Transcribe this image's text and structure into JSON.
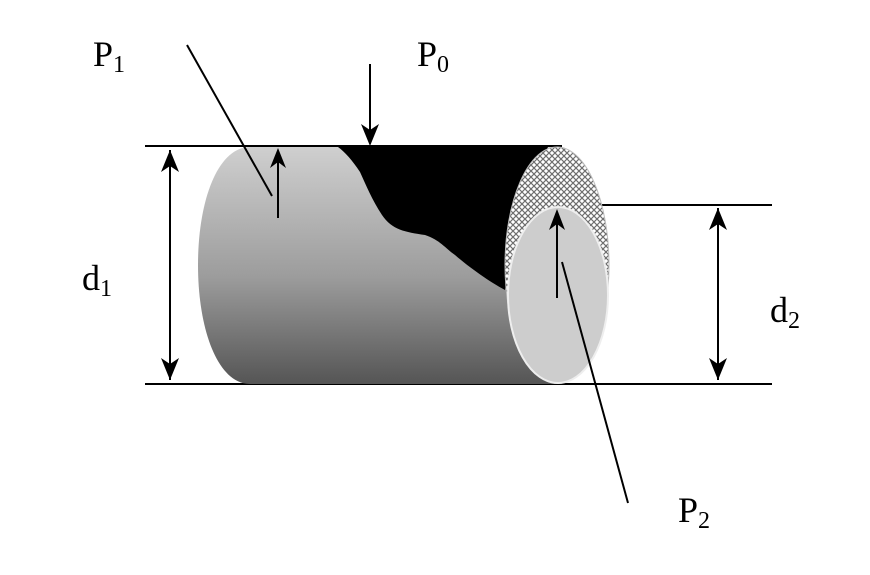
{
  "diagram": {
    "labels": {
      "p1": {
        "main": "P",
        "sub": "1"
      },
      "p0": {
        "main": "P",
        "sub": "0"
      },
      "p2": {
        "main": "P",
        "sub": "2"
      },
      "d1": {
        "main": "d",
        "sub": "1"
      },
      "d2": {
        "main": "d",
        "sub": "2"
      }
    },
    "colors": {
      "outline": "#000000",
      "inner_face": "#cdcdcd",
      "cut_region": "#000000",
      "body_light": "#c8c8c8",
      "body_dark": "#5a5a5a",
      "hatch": "#9a9a9a"
    },
    "icons": {
      "p0_arrow": "arrow-down-icon",
      "p1_arrow": "arrow-up-icon",
      "p2_arrow": "arrow-up-icon",
      "d1_dimension": "double-arrow-vertical-icon",
      "d2_dimension": "double-arrow-vertical-icon"
    }
  }
}
